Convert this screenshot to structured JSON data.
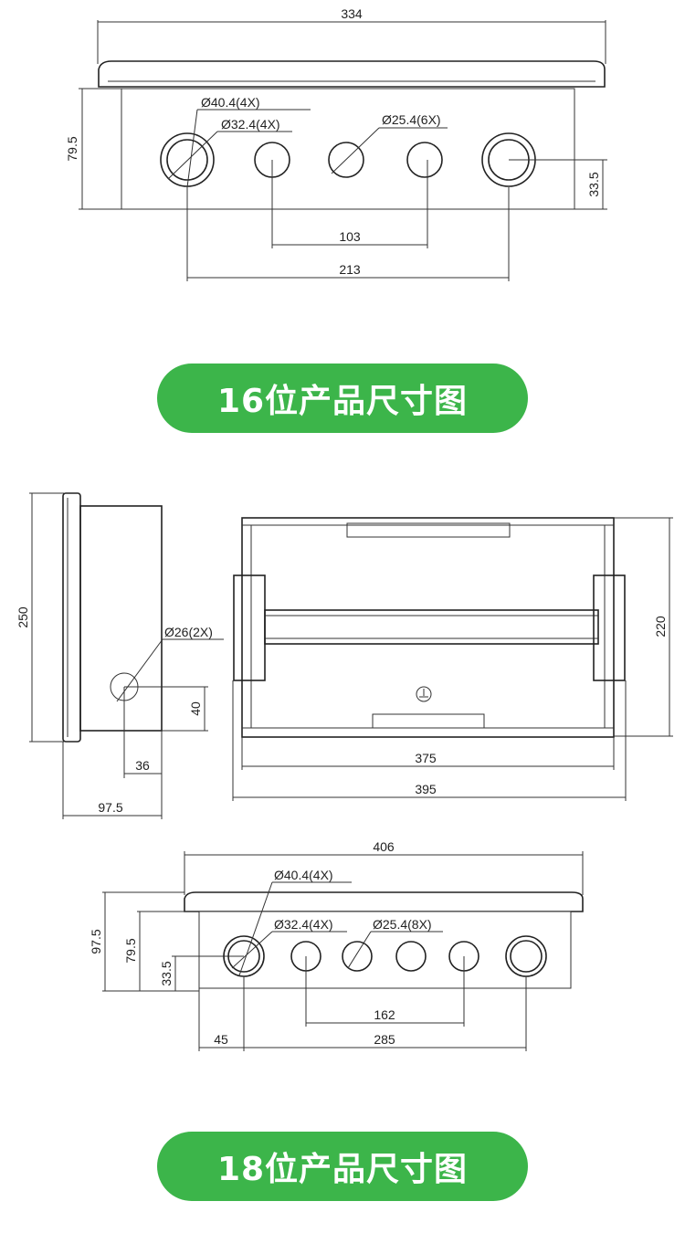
{
  "section_16": {
    "title": "16位产品尺寸图",
    "dims": {
      "width": "334",
      "height": "79.5",
      "hole_large": "Ø40.4(4X)",
      "hole_medium": "Ø32.4(4X)",
      "hole_small": "Ø25.4(6X)",
      "center_height": "33.5",
      "spacing_inner": "103",
      "spacing_outer": "213"
    }
  },
  "side_view": {
    "height": "250",
    "hole": "Ø26(2X)",
    "hole_height": "40",
    "hole_offset": "36",
    "depth": "97.5"
  },
  "front_view": {
    "height": "220",
    "inner_width": "375",
    "outer_width": "395"
  },
  "section_18": {
    "title": "18位产品尺寸图",
    "dims": {
      "width": "406",
      "total_height": "97.5",
      "height": "79.5",
      "center_height": "33.5",
      "hole_large": "Ø40.4(4X)",
      "hole_medium": "Ø32.4(4X)",
      "hole_small": "Ø25.4(8X)",
      "spacing_inner": "162",
      "edge_offset": "45",
      "spacing_outer": "285"
    }
  },
  "colors": {
    "accent": "#3cb54a",
    "line": "#333333"
  }
}
